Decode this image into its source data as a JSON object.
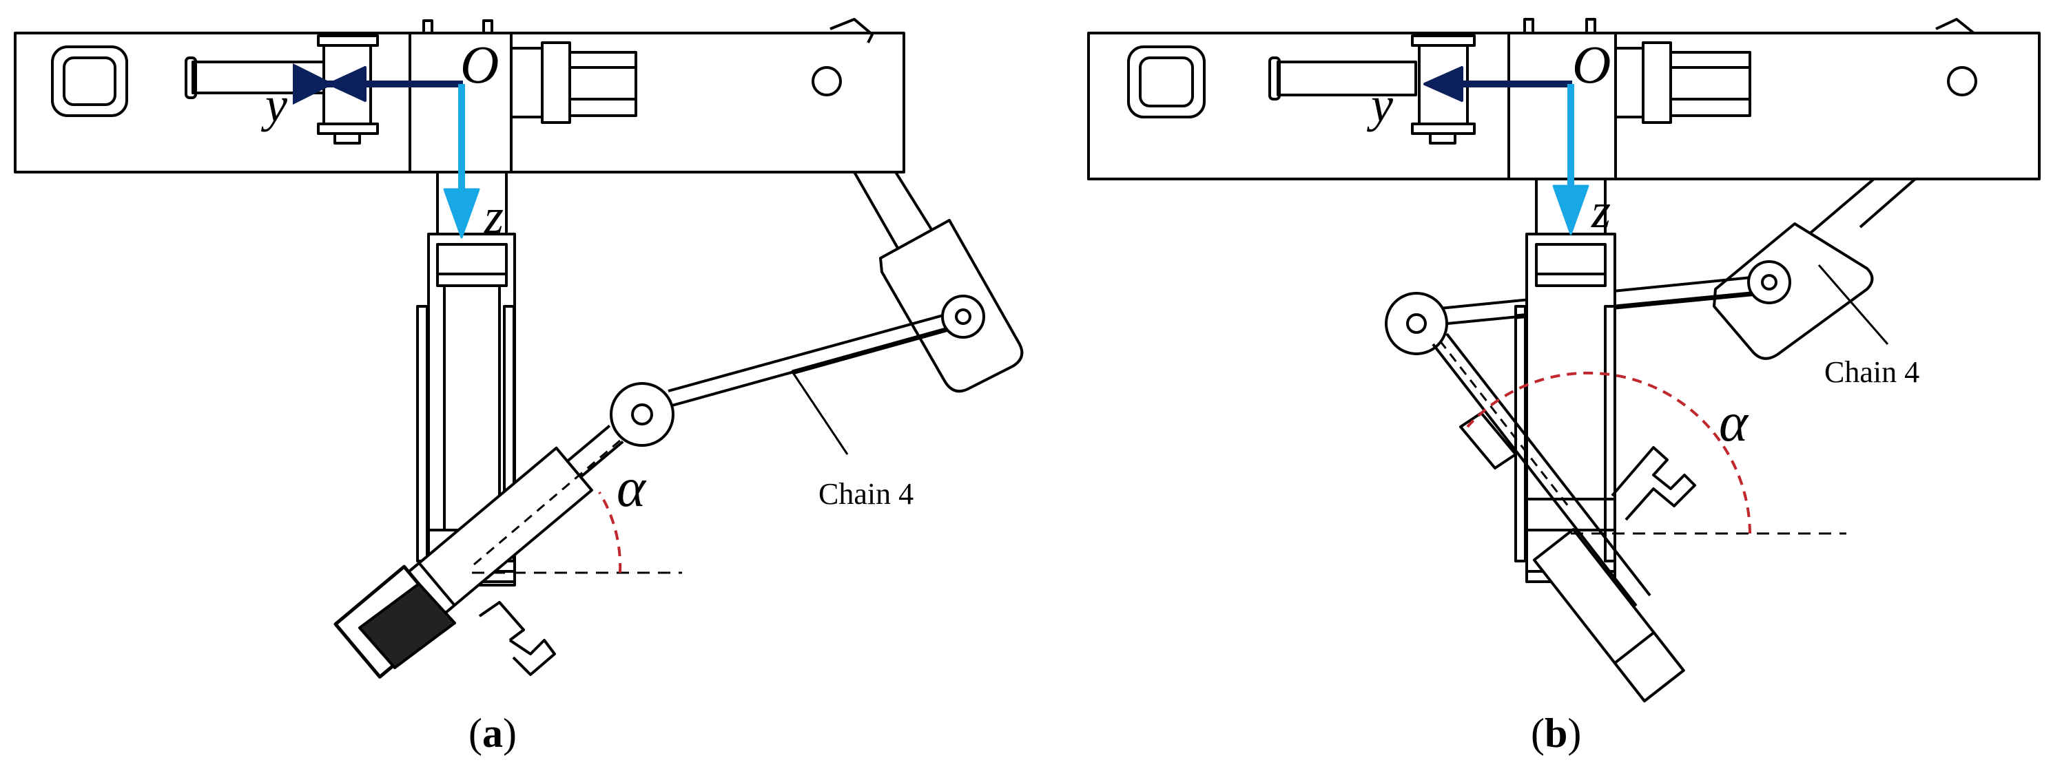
{
  "panels": [
    {
      "id": "a",
      "caption_open": "(",
      "caption_letter": "a",
      "caption_close": ")",
      "chain_label": "Chain 4",
      "origin_label": "O",
      "y_label": "y",
      "z_label": "z",
      "angle_label": "α"
    },
    {
      "id": "b",
      "caption_open": "(",
      "caption_letter": "b",
      "caption_close": ")",
      "chain_label": "Chain 4",
      "origin_label": "O",
      "y_label": "y",
      "z_label": "z",
      "angle_label": "α"
    }
  ],
  "colors": {
    "y_axis_arrow": "#0b1f5c",
    "z_axis_arrow": "#19a8e6",
    "angle_arc": "#c0282d",
    "line": "#000000"
  }
}
